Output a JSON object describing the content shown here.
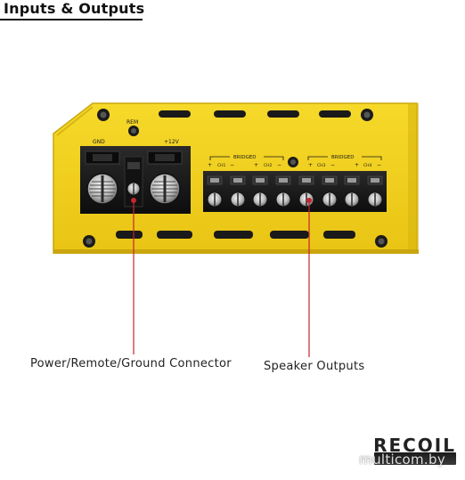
{
  "header": {
    "title": "Inputs & Outputs"
  },
  "panel": {
    "labels": {
      "gnd": "GND",
      "rem": "REM",
      "pos12v": "+12V",
      "bridged_a": "BRIDGED",
      "bridged_b": "BRIDGED",
      "channels": [
        "CH1",
        "CH2",
        "CH3",
        "CH4"
      ],
      "plus": "+",
      "minus": "−"
    }
  },
  "callouts": {
    "power": "Power/Remote/Ground Connector",
    "speaker": "Speaker Outputs"
  },
  "brand": {
    "name": "RECOIL"
  },
  "watermark": {
    "text": "multicom.by"
  },
  "colors": {
    "body_yellow": "#f2cf1c",
    "callout_line": "#c4262e",
    "terminal_black": "#151515"
  }
}
